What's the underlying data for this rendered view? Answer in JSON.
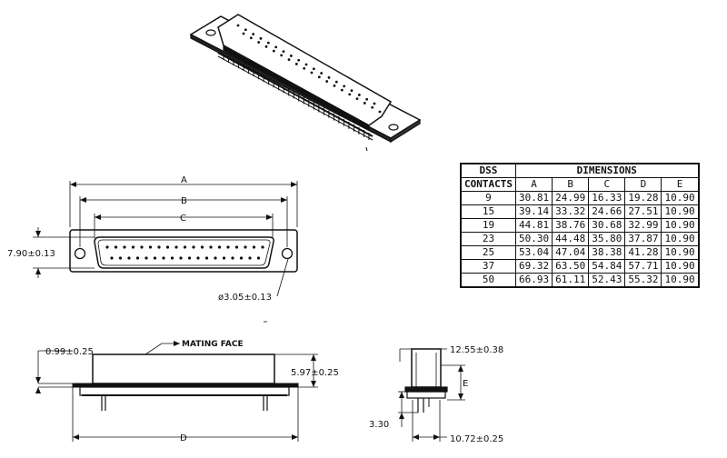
{
  "drawing": {
    "front_view": {
      "label_a": "A",
      "label_b": "B",
      "label_c": "C",
      "height_dim": "7.90±0.13",
      "hole_dim": "ø3.05±0.13"
    },
    "side_view": {
      "mating_face": "MATING FACE",
      "flange_dim": "0.99±0.25",
      "body_height_dim": "5.97±0.25",
      "label_d": "D"
    },
    "end_view": {
      "top_dim": "12.55±0.38",
      "label_e": "E",
      "pin_dim": "3.30",
      "bottom_dim": "10.72±0.25"
    }
  },
  "table": {
    "header_dss": "DSS",
    "header_dimensions": "DIMENSIONS",
    "header_contacts": "CONTACTS",
    "columns": [
      "A",
      "B",
      "C",
      "D",
      "E"
    ],
    "rows": [
      {
        "contacts": "9",
        "values": [
          "30.81",
          "24.99",
          "16.33",
          "19.28",
          "10.90"
        ]
      },
      {
        "contacts": "15",
        "values": [
          "39.14",
          "33.32",
          "24.66",
          "27.51",
          "10.90"
        ]
      },
      {
        "contacts": "19",
        "values": [
          "44.81",
          "38.76",
          "30.68",
          "32.99",
          "10.90"
        ]
      },
      {
        "contacts": "23",
        "values": [
          "50.30",
          "44.48",
          "35.80",
          "37.87",
          "10.90"
        ]
      },
      {
        "contacts": "25",
        "values": [
          "53.04",
          "47.04",
          "38.38",
          "41.28",
          "10.90"
        ]
      },
      {
        "contacts": "37",
        "values": [
          "69.32",
          "63.50",
          "54.84",
          "57.71",
          "10.90"
        ]
      },
      {
        "contacts": "50",
        "values": [
          "66.93",
          "61.11",
          "52.43",
          "55.32",
          "10.90"
        ]
      }
    ]
  }
}
